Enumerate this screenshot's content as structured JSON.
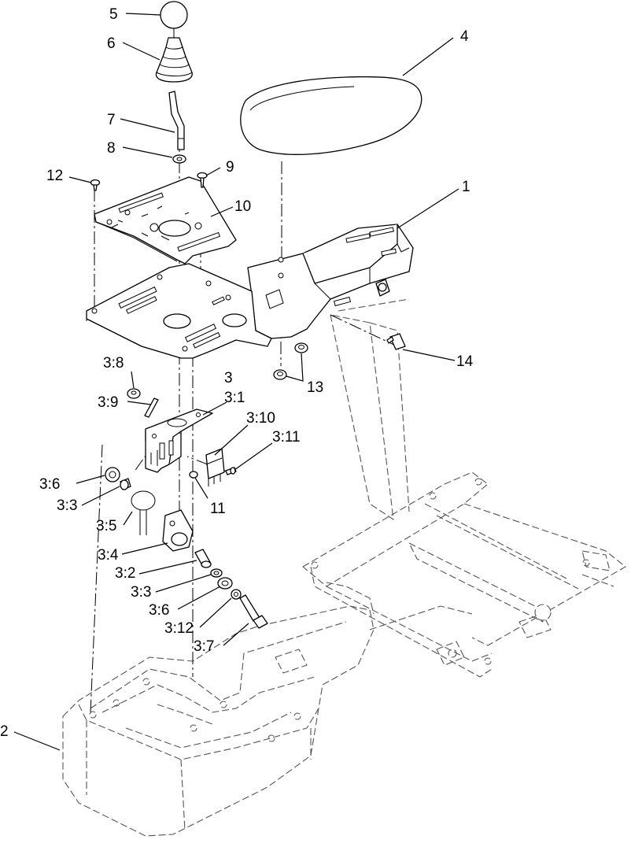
{
  "diagram": {
    "labels": {
      "p1": "1",
      "p2": "2",
      "p3": "3",
      "p3_1": "3:1",
      "p3_2": "3:2",
      "p3_3_upper": "3:3",
      "p3_3_lower": "3:3",
      "p3_4": "3:4",
      "p3_5": "3:5",
      "p3_6_upper": "3:6",
      "p3_6_lower": "3:6",
      "p3_7": "3:7",
      "p3_8": "3:8",
      "p3_9": "3:9",
      "p3_10": "3:10",
      "p3_11": "3:11",
      "p3_12": "3:12",
      "p4": "4",
      "p5": "5",
      "p6": "6",
      "p7": "7",
      "p8": "8",
      "p9": "9",
      "p10": "10",
      "p11": "11",
      "p12": "12",
      "p13": "13",
      "p14": "14"
    }
  }
}
